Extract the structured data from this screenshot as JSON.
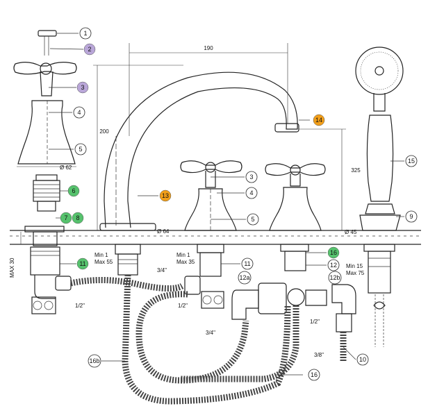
{
  "colors": {
    "purple": "#b9a6d8",
    "green": "#56c26d",
    "orange": "#f29f1a"
  },
  "callouts": [
    {
      "id": "1",
      "fill": "plain"
    },
    {
      "id": "2",
      "fill": "purple"
    },
    {
      "id": "3",
      "fill": "purple"
    },
    {
      "id": "4",
      "fill": "plain"
    },
    {
      "id": "5",
      "fill": "plain"
    },
    {
      "id": "6",
      "fill": "green"
    },
    {
      "id": "7",
      "fill": "green"
    },
    {
      "id": "8",
      "fill": "green"
    },
    {
      "id": "11",
      "fill": "green"
    },
    {
      "id": "14",
      "fill": "orange"
    },
    {
      "id": "13",
      "fill": "orange"
    },
    {
      "id": "15",
      "fill": "plain"
    },
    {
      "id": "3",
      "fill": "plain"
    },
    {
      "id": "4",
      "fill": "plain"
    },
    {
      "id": "5",
      "fill": "plain"
    },
    {
      "id": "9",
      "fill": "plain"
    },
    {
      "id": "16",
      "fill": "green"
    },
    {
      "id": "12",
      "fill": "plain"
    },
    {
      "id": "11",
      "fill": "plain"
    },
    {
      "id": "12a",
      "fill": "plain"
    },
    {
      "id": "12b",
      "fill": "plain"
    },
    {
      "id": "10",
      "fill": "plain"
    },
    {
      "id": "16",
      "fill": "plain"
    },
    {
      "id": "16b",
      "fill": "plain"
    }
  ],
  "dimensions": {
    "width_190": "190",
    "height_200": "200",
    "height_325": "325",
    "dia_62": "Ø 62",
    "dia_64": "Ø 64",
    "dia_45": "Ø 45",
    "max_30": "MAX 30"
  },
  "labels": {
    "min1_max55": [
      "Min 1",
      "Max 55"
    ],
    "min1_max35": [
      "Min 1",
      "Max 35"
    ],
    "min15_max75": [
      "Min 15",
      "Max 75"
    ],
    "thread_34_a": "3/4\"",
    "thread_12_a": "1/2\"",
    "thread_12_b": "1/2\"",
    "thread_34_b": "3/4\"",
    "thread_12_c": "1/2\"",
    "thread_38": "3/8\""
  }
}
